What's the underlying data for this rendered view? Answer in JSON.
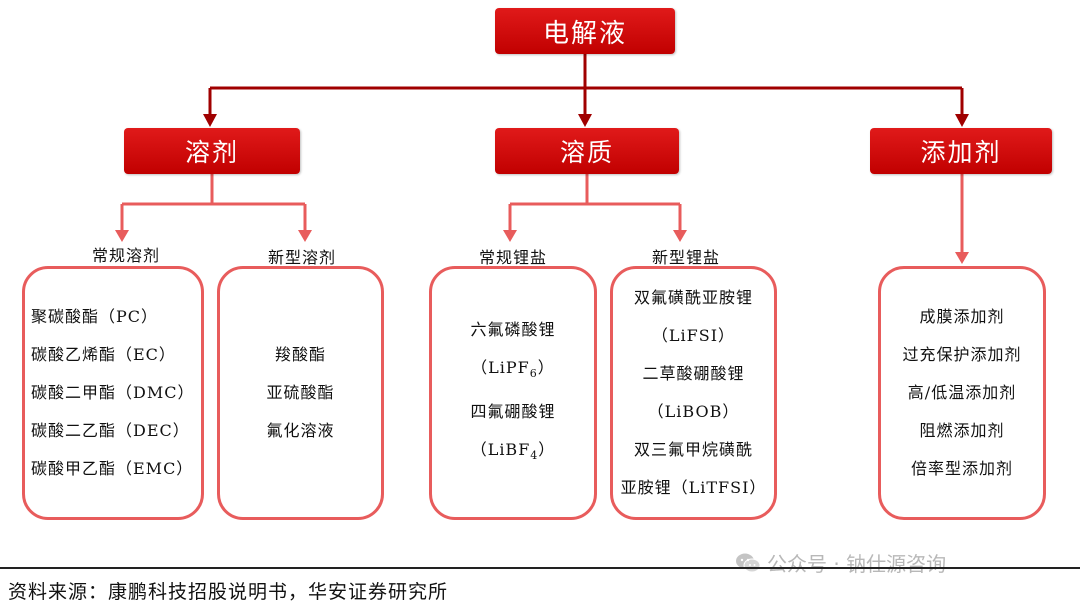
{
  "root": {
    "label": "电解液"
  },
  "categories": [
    {
      "label": "溶剂"
    },
    {
      "label": "溶质"
    },
    {
      "label": "添加剂"
    }
  ],
  "subgroups": [
    {
      "label": "常规溶剂",
      "items": [
        [
          {
            "t": "聚碳酸酯（PC）"
          }
        ],
        [
          {
            "t": "碳酸乙烯酯（EC）"
          }
        ],
        [
          {
            "t": "碳酸二甲酯（DMC）"
          }
        ],
        [
          {
            "t": "碳酸二乙酯（DEC）"
          }
        ],
        [
          {
            "t": "碳酸甲乙酯（EMC）"
          }
        ]
      ]
    },
    {
      "label": "新型溶剂",
      "items": [
        [
          {
            "t": "羧酸酯"
          }
        ],
        [
          {
            "t": "亚硫酸酯"
          }
        ],
        [
          {
            "t": "氟化溶液"
          }
        ]
      ]
    },
    {
      "label": "常规锂盐",
      "items": [
        [
          {
            "t": "六氟磷酸锂"
          }
        ],
        [
          {
            "t": "（LiPF"
          },
          {
            "t": "6",
            "sub": true
          },
          {
            "t": "）"
          }
        ],
        [
          {
            "t": "四氟硼酸锂"
          }
        ],
        [
          {
            "t": "（LiBF"
          },
          {
            "t": "4",
            "sub": true
          },
          {
            "t": "）"
          }
        ]
      ]
    },
    {
      "label": "新型锂盐",
      "items": [
        [
          {
            "t": "双氟磺酰亚胺锂"
          }
        ],
        [
          {
            "t": "（LiFSI）"
          }
        ],
        [
          {
            "t": "二草酸硼酸锂"
          }
        ],
        [
          {
            "t": "（LiBOB）"
          }
        ],
        [
          {
            "t": "双三氟甲烷磺酰"
          }
        ],
        [
          {
            "t": "亚胺锂（LiTFSI）"
          }
        ]
      ]
    }
  ],
  "additives": {
    "items": [
      [
        {
          "t": "成膜添加剂"
        }
      ],
      [
        {
          "t": "过充保护添加剂"
        }
      ],
      [
        {
          "t": "高/低温添加剂"
        }
      ],
      [
        {
          "t": "阻燃添加剂"
        }
      ],
      [
        {
          "t": "倍率型添加剂"
        }
      ]
    ]
  },
  "source": "资料来源：康鹏科技招股说明书，华安证券研究所",
  "watermark": "公众号 · 钠仕源咨询",
  "colors": {
    "header_red": "#d00000",
    "dark_connector": "#a00000",
    "light_connector": "#e85c5c",
    "box_border": "#e85c5c"
  }
}
